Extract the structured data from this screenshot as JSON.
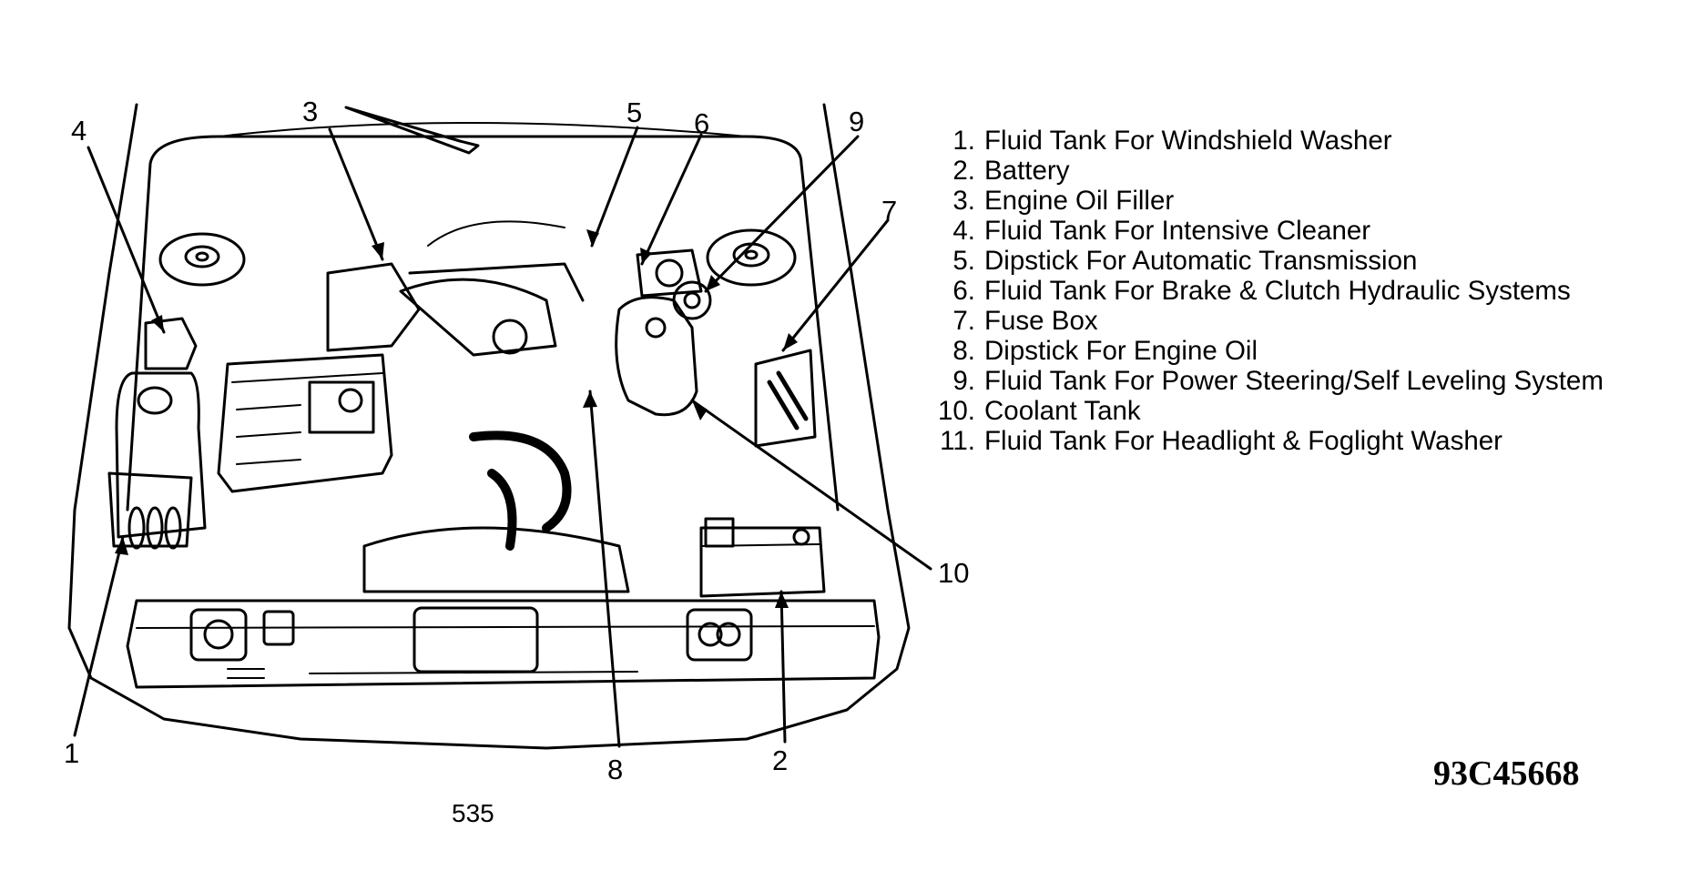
{
  "callouts": {
    "c1": "1",
    "c2": "2",
    "c3": "3",
    "c4": "4",
    "c5": "5",
    "c6": "6",
    "c7": "7",
    "c8": "8",
    "c9": "9",
    "c10": "10"
  },
  "legend": [
    {
      "num": "1.",
      "text": "Fluid Tank For Windshield Washer"
    },
    {
      "num": "2.",
      "text": "Battery"
    },
    {
      "num": "3.",
      "text": "Engine Oil Filler"
    },
    {
      "num": "4.",
      "text": "Fluid Tank For Intensive Cleaner"
    },
    {
      "num": "5.",
      "text": "Dipstick For Automatic Transmission"
    },
    {
      "num": "6.",
      "text": "Fluid Tank For Brake & Clutch Hydraulic Systems"
    },
    {
      "num": "7.",
      "text": "Fuse Box"
    },
    {
      "num": "8.",
      "text": "Dipstick For Engine Oil"
    },
    {
      "num": "9.",
      "text": "Fluid Tank For Power Steering/Self Leveling System"
    },
    {
      "num": "10.",
      "text": "Coolant Tank"
    },
    {
      "num": "11.",
      "text": "Fluid Tank For Headlight & Foglight Washer"
    }
  ],
  "figure_code": "93C45668",
  "page_number": "535",
  "colors": {
    "ink": "#000000",
    "paper": "#ffffff"
  }
}
